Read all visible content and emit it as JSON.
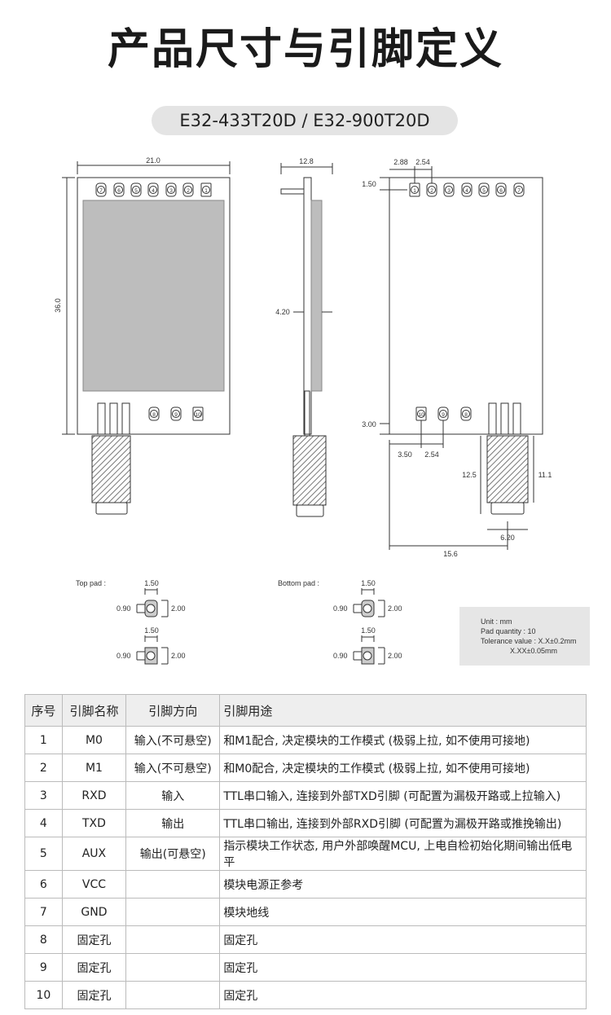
{
  "title": "产品尺寸与引脚定义",
  "model": "E32-433T20D / E32-900T20D",
  "dims": {
    "width": "21.0",
    "height": "36.0",
    "thickness": "12.8",
    "shield_h": "4.20",
    "pitch_edge": "2.88",
    "pitch": "2.54",
    "top_margin": "1.50",
    "bottom_margin": "3.00",
    "bottom_x": "3.50",
    "bottom_pitch": "2.54",
    "ant_len": "12.5",
    "ant_body": "11.1",
    "ant_w": "6.20",
    "ant_pos": "15.6"
  },
  "pins_top_front": [
    "7",
    "6",
    "5",
    "4",
    "3",
    "2",
    "1"
  ],
  "pins_bottom_front": [
    "8",
    "9",
    "10"
  ],
  "pins_top_back": [
    "1",
    "2",
    "3",
    "4",
    "5",
    "6",
    "7"
  ],
  "pins_bottom_back": [
    "10",
    "9",
    "8"
  ],
  "pads": {
    "top_label": "Top pad :",
    "bottom_label": "Bottom pad :",
    "w": "1.50",
    "hole": "0.90",
    "h": "2.00"
  },
  "note": {
    "unit": "Unit : mm",
    "qty": "Pad quantity : 10",
    "tol1": "Tolerance value : X.X±0.2mm",
    "tol2": "X.XX±0.05mm"
  },
  "table": {
    "headers": [
      "序号",
      "引脚名称",
      "引脚方向",
      "引脚用途"
    ],
    "rows": [
      [
        "1",
        "M0",
        "输入(不可悬空)",
        "和M1配合, 决定模块的工作模式 (极弱上拉, 如不使用可接地)"
      ],
      [
        "2",
        "M1",
        "输入(不可悬空)",
        "和M0配合, 决定模块的工作模式 (极弱上拉, 如不使用可接地)"
      ],
      [
        "3",
        "RXD",
        "输入",
        "TTL串口输入, 连接到外部TXD引脚 (可配置为漏极开路或上拉输入)"
      ],
      [
        "4",
        "TXD",
        "输出",
        "TTL串口输出, 连接到外部RXD引脚 (可配置为漏极开路或推挽输出)"
      ],
      [
        "5",
        "AUX",
        "输出(可悬空)",
        "指示模块工作状态, 用户外部唤醒MCU, 上电自检初始化期间输出低电平"
      ],
      [
        "6",
        "VCC",
        "",
        "模块电源正参考"
      ],
      [
        "7",
        "GND",
        "",
        "模块地线"
      ],
      [
        "8",
        "固定孔",
        "",
        "固定孔"
      ],
      [
        "9",
        "固定孔",
        "",
        "固定孔"
      ],
      [
        "10",
        "固定孔",
        "",
        "固定孔"
      ]
    ]
  }
}
